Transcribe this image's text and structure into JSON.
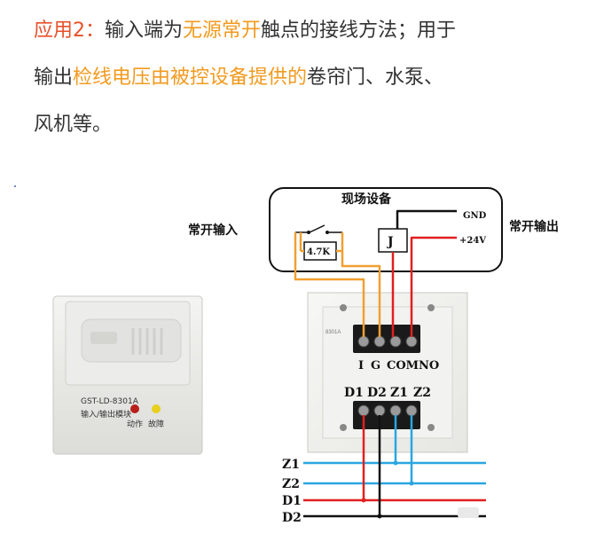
{
  "paragraph": {
    "prefix": "应用2：",
    "t1": "输入端为",
    "passive": "无源常开",
    "t2": "触点的接线方法；用于",
    "t3": "输出",
    "supply": "检线电压由被控设备提供的",
    "t4": "卷帘门、水泵、",
    "t5": "风机等。"
  },
  "colors": {
    "accent_red": "#e8502a",
    "accent_orange": "#f29a1e",
    "wire_orange": "#f0a030",
    "wire_red": "#e02020",
    "wire_blue": "#2aa6e0",
    "wire_black": "#111111"
  },
  "diagram": {
    "field_device_title": "现场设备",
    "no_input_label": "常开输入",
    "no_output_label": "常开输出",
    "resistor_label": "4.7K",
    "relay_label": "J",
    "gnd_label": "GND",
    "v24_label": "+24V",
    "top_terminals": [
      "I",
      "G",
      "COM",
      "NO"
    ],
    "bottom_terminals": [
      "D1",
      "D2",
      "Z1",
      "Z2"
    ],
    "bus_lines": [
      "Z1",
      "Z2",
      "D1",
      "D2"
    ]
  },
  "module": {
    "model": "GST-LD-8301A",
    "name": "输入/输出模块",
    "led_action": "动作",
    "led_fault": "故障",
    "pcb_mark": "8301A"
  }
}
